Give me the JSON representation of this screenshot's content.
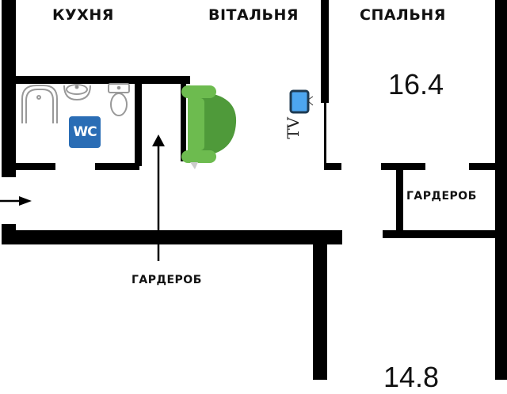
{
  "floor_plan": {
    "rooms": [
      {
        "id": "kitchen",
        "label": "КУХНЯ"
      },
      {
        "id": "living",
        "label": "ВІТАЛЬНЯ"
      },
      {
        "id": "bedroom",
        "label": "СПАЛЬНЯ",
        "area": "16.4"
      },
      {
        "id": "wardrobe_right",
        "label": "ГАРДЕРОБ"
      },
      {
        "id": "wardrobe_hall",
        "label": "ГАРДЕРОБ"
      },
      {
        "id": "room_bottom_right",
        "area": "14.8"
      }
    ],
    "bathroom": {
      "badge": "WC",
      "badge_color": "#2a6db5"
    },
    "tv": {
      "label": "TV",
      "screen_color": "#4da6f0"
    },
    "sofa": {
      "color_dark": "#4f9a3a",
      "color_light": "#6dbb4f"
    },
    "icons": [
      "entrance-arrow-icon",
      "bathtub-icon",
      "sink-icon",
      "toilet-icon",
      "sofa-icon",
      "tv-icon",
      "pointer-arrow-icon"
    ]
  }
}
